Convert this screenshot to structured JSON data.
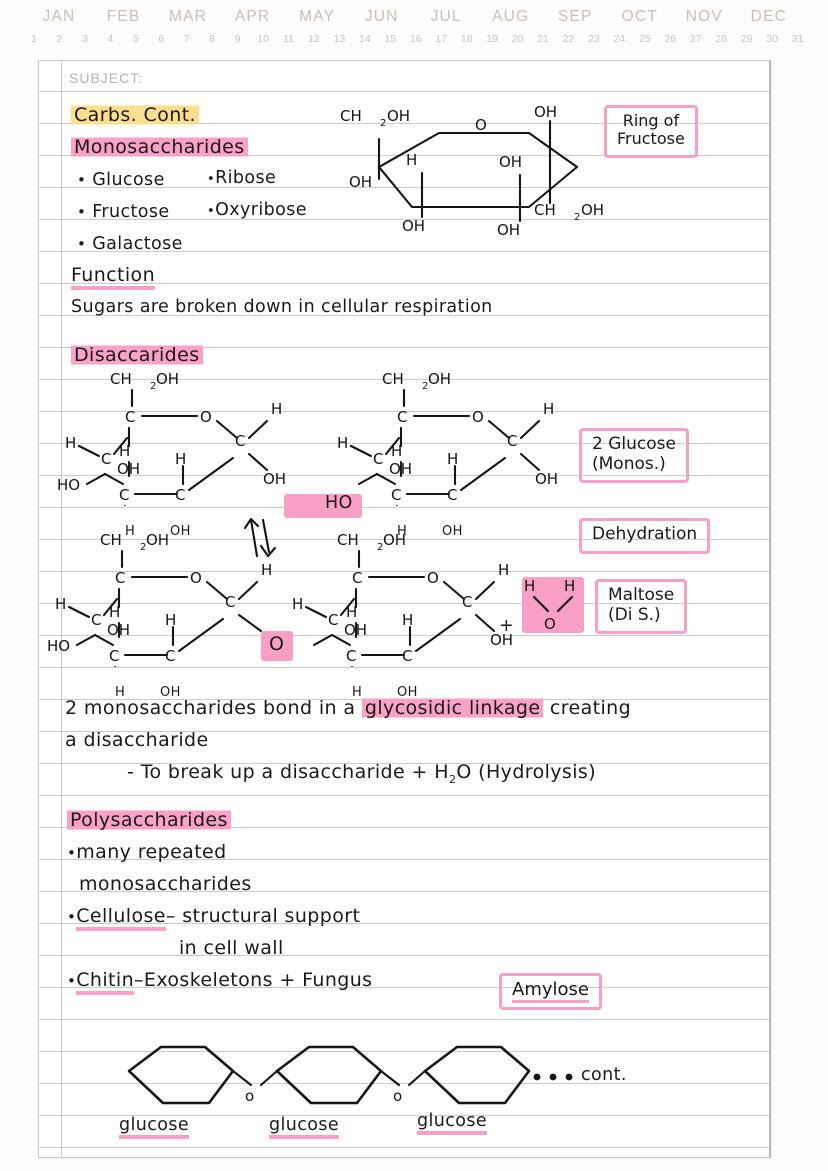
{
  "calendar": {
    "months": [
      "JAN",
      "FEB",
      "MAR",
      "APR",
      "MAY",
      "JUN",
      "JUL",
      "AUG",
      "SEP",
      "OCT",
      "NOV",
      "DEC"
    ],
    "days": [
      "1",
      "2",
      "3",
      "4",
      "5",
      "6",
      "7",
      "8",
      "9",
      "10",
      "11",
      "12",
      "13",
      "14",
      "15",
      "16",
      "17",
      "18",
      "19",
      "20",
      "21",
      "22",
      "23",
      "24",
      "25",
      "26",
      "27",
      "28",
      "29",
      "30",
      "31"
    ]
  },
  "page": {
    "subject_label": "SUBJECT:",
    "subject_value": ""
  },
  "colors": {
    "highlight_yellow": "#fbdf8e",
    "highlight_pink": "#f79fc4",
    "rule_line": "#cfcac6",
    "ink": "#1a1a1a"
  },
  "notes": {
    "title": "Carbs. Cont.",
    "section_monosaccharides": {
      "heading": "Monosaccharides",
      "items_left": [
        "Glucose",
        "Fructose",
        "Galactose"
      ],
      "items_right": [
        "Ribose",
        "Oxyribose"
      ]
    },
    "section_function": {
      "heading": "Function",
      "text": "Sugars are broken down in  cellular  respiration"
    },
    "section_disaccharides": {
      "heading": "Disaccarides",
      "annotation_glucose": "2 Glucose",
      "annotation_glucose_sub": "(Monos.)",
      "annotation_dehydration": "Dehydration",
      "annotation_maltose": "Maltose",
      "annotation_maltose_sub": "(Di S.)",
      "plus_sign": "+"
    },
    "paragraph": {
      "line1_a": "2 monosaccharides bond in a ",
      "line1_hl": "glycosidic linkage",
      "line1_b": " creating",
      "line2": "a  disaccharide",
      "line3_a": "- To break up a disaccharide + H",
      "line3_sub": "2",
      "line3_b": "O (Hydrolysis)"
    },
    "section_polysaccharides": {
      "heading": "Polysaccharides",
      "bullet1_line1": "many repeated",
      "bullet1_line2": "monosaccharides",
      "bullet2_term": "Cellulose",
      "bullet2_rest": "– structural support",
      "bullet2_line2": "in cell wall",
      "bullet3_term": "Chitin",
      "bullet3_rest": "–Exoskeletons + Fungus"
    },
    "section_amylose": {
      "label": "Amylose",
      "continuation": ". . . cont.",
      "glucose_labels": [
        "glucose",
        "glucose",
        "glucose"
      ]
    }
  },
  "structures": {
    "fructose_ring": {
      "name": "Ring of Fructose",
      "caption_line1": "Ring of",
      "caption_line2": "Fructose",
      "labels": [
        "CH",
        "2",
        "OH",
        "O",
        "OH",
        "H",
        "OH",
        "OH",
        "OH",
        "CH",
        "2",
        "OH",
        "OH"
      ]
    },
    "glucose_ring_labels": {
      "top": "CH",
      "top_sub": "2",
      "top_rest": "OH",
      "c": "C",
      "o": "O",
      "h": "H",
      "oh": "OH",
      "ho": "HO"
    },
    "linkage_oxygen": "O",
    "water": {
      "h_left": "H",
      "h_right": "H",
      "o": "O"
    },
    "reaction_arrow": "⇅"
  }
}
